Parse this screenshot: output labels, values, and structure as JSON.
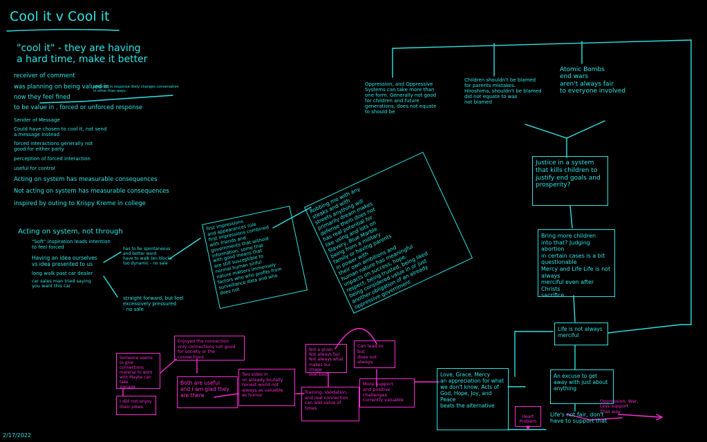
{
  "title": "Cool it  v  Cool it",
  "date": "2/17/2022",
  "left_notes": {
    "heading": "\"cool it\" - they are having\na hard time, make it better",
    "lines": [
      "receiver of comment",
      "was planning on being valued in",
      "now they feel fined",
      "to be value in ,  forced or unforced response",
      "Sender of Message",
      "Could have chosen to cool it, not send\na message instead",
      "forced interactions generally not\ngood for either party",
      "perception of forced interaction",
      "useful for control",
      "Acting on system has measurable consequences",
      "Not acting on system has measurable consequences",
      "inspired by outing to Krispy Kreme in college"
    ],
    "side_note": "potential in response likely changes conversation\nin other than ways"
  },
  "acting_notes": {
    "heading": "Acting on system, not through",
    "lines": [
      "\"Soft\" inspiration leads intention\nto feel forced",
      "Having an idea ourselves\nvs idea presented to us",
      "long walk past car dealer",
      "car sales man tried saying\nyou want this car"
    ],
    "branch_a": "has to be spontaneous\nand better word\nhave to walk ten blocks\ntoo dynamic - no sale",
    "branch_b": "straight forward, but feel\nexcessively pressured\n- no sale"
  },
  "cyan_boxes": {
    "first_impressions": "first impressions\nand appearances rule\nfirst impressions combined\nwith friends and\ngovernments that withold\ninformation, some that\nwith good means that\nare still susceptible to\nnormal human sinful\nnature matters immensely\nfactors who who profits from\nsurveillance data and who\ndoes not",
    "robbing": "Robbing me with any\nsteaks and with\nstreets anything will\nprimarily dream makes\ndefense them does not\nhas real potential for\nlike using and lots on\nSlavery, Blue Marble\nbeing from a military\nfamily or having parents\nin power with\ntheir own ambitions and\nhuman nature has meaningful\nimpacts on success, hope,\nrespect, being trusted, being liked\nbeing considered value in or just\nanother obligation of an already\noppressive government",
    "justice": "Justice in a system\nthat kills children to\njustify end goals and\nprosperity?",
    "more_children": "Bring more children\ninto that? Judging abortion\nin certain cases is a bit questionable\nMercy and Life Life is not always\nmerciful even after Christs\nsacrifice",
    "life_not_merciful": "Life is not always\nmerciful",
    "excuse": "An excuse to get\naway with just about\nanything",
    "love_grace": "Love, Grace, Mercy\nan appreciation for what\nwe don't know, Acts of\nGod, Hope, Joy, and Peace\nbeats the alternative"
  },
  "top_branches": {
    "oppression": "Oppression, and Oppressive\nSystems can take more than\none form. Generally not good\nfor children and future\ngenerations, does not equate\nto should be",
    "children": "Children shouldn't be blamed\nfor parents mistakes.\nHiroshima, shouldn't be blamed\ndid not equate to was\nnot blamed",
    "atomic": "Atomic Bombs\nend wars\naren't always fair\nto everyone involved"
  },
  "life_not_fair": "Life's not fair, don't\nhave to support that",
  "oppression_note": "Oppression, War,\nLess support\nThat way",
  "magenta_boxes": {
    "heart_problem": "Heart\nProblem",
    "more_support": "More Support\nand positive challenges\ncurrently valuable",
    "can_lead": "Can lead to but\ndoes not\nalways",
    "not_a_given": "Not a given\nNot always fair\nNot always what\nmakes our image\nlook best",
    "training": "Training, Validation,\nand real connection\ncan add value of\ntimes",
    "two_sides": "Two sides in\non already brutally\nhonest world not\nalways as valuable\nas humor",
    "enjoyed": "Enjoyed the connection\nonly connections not good\nfor society or the connections",
    "both_useful": "Both are useful\nand I am glad they\nare there",
    "someone": "Someone seems\nto give connections\nmaterial to work\nwith Maybe can take\nsignage",
    "did_not_enjoy": "I did not enjoy\ntheir jokes"
  },
  "colors": {
    "cyan": "#2ee6e6",
    "magenta": "#ff2bd6",
    "background": "#000000"
  }
}
